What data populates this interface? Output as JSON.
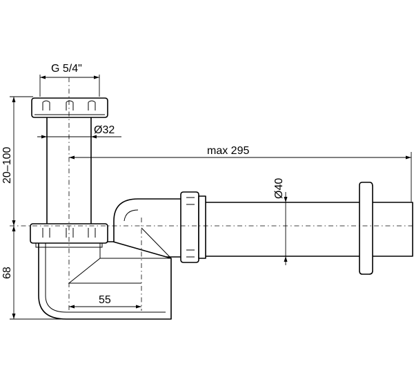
{
  "dimensions": {
    "thread": "G 5/4\"",
    "pipe_diameter_small": "Ø32",
    "length": "max 295",
    "pipe_diameter_large": "Ø40",
    "height_adjust": "20–100",
    "trap_height": "68",
    "offset": "55"
  }
}
